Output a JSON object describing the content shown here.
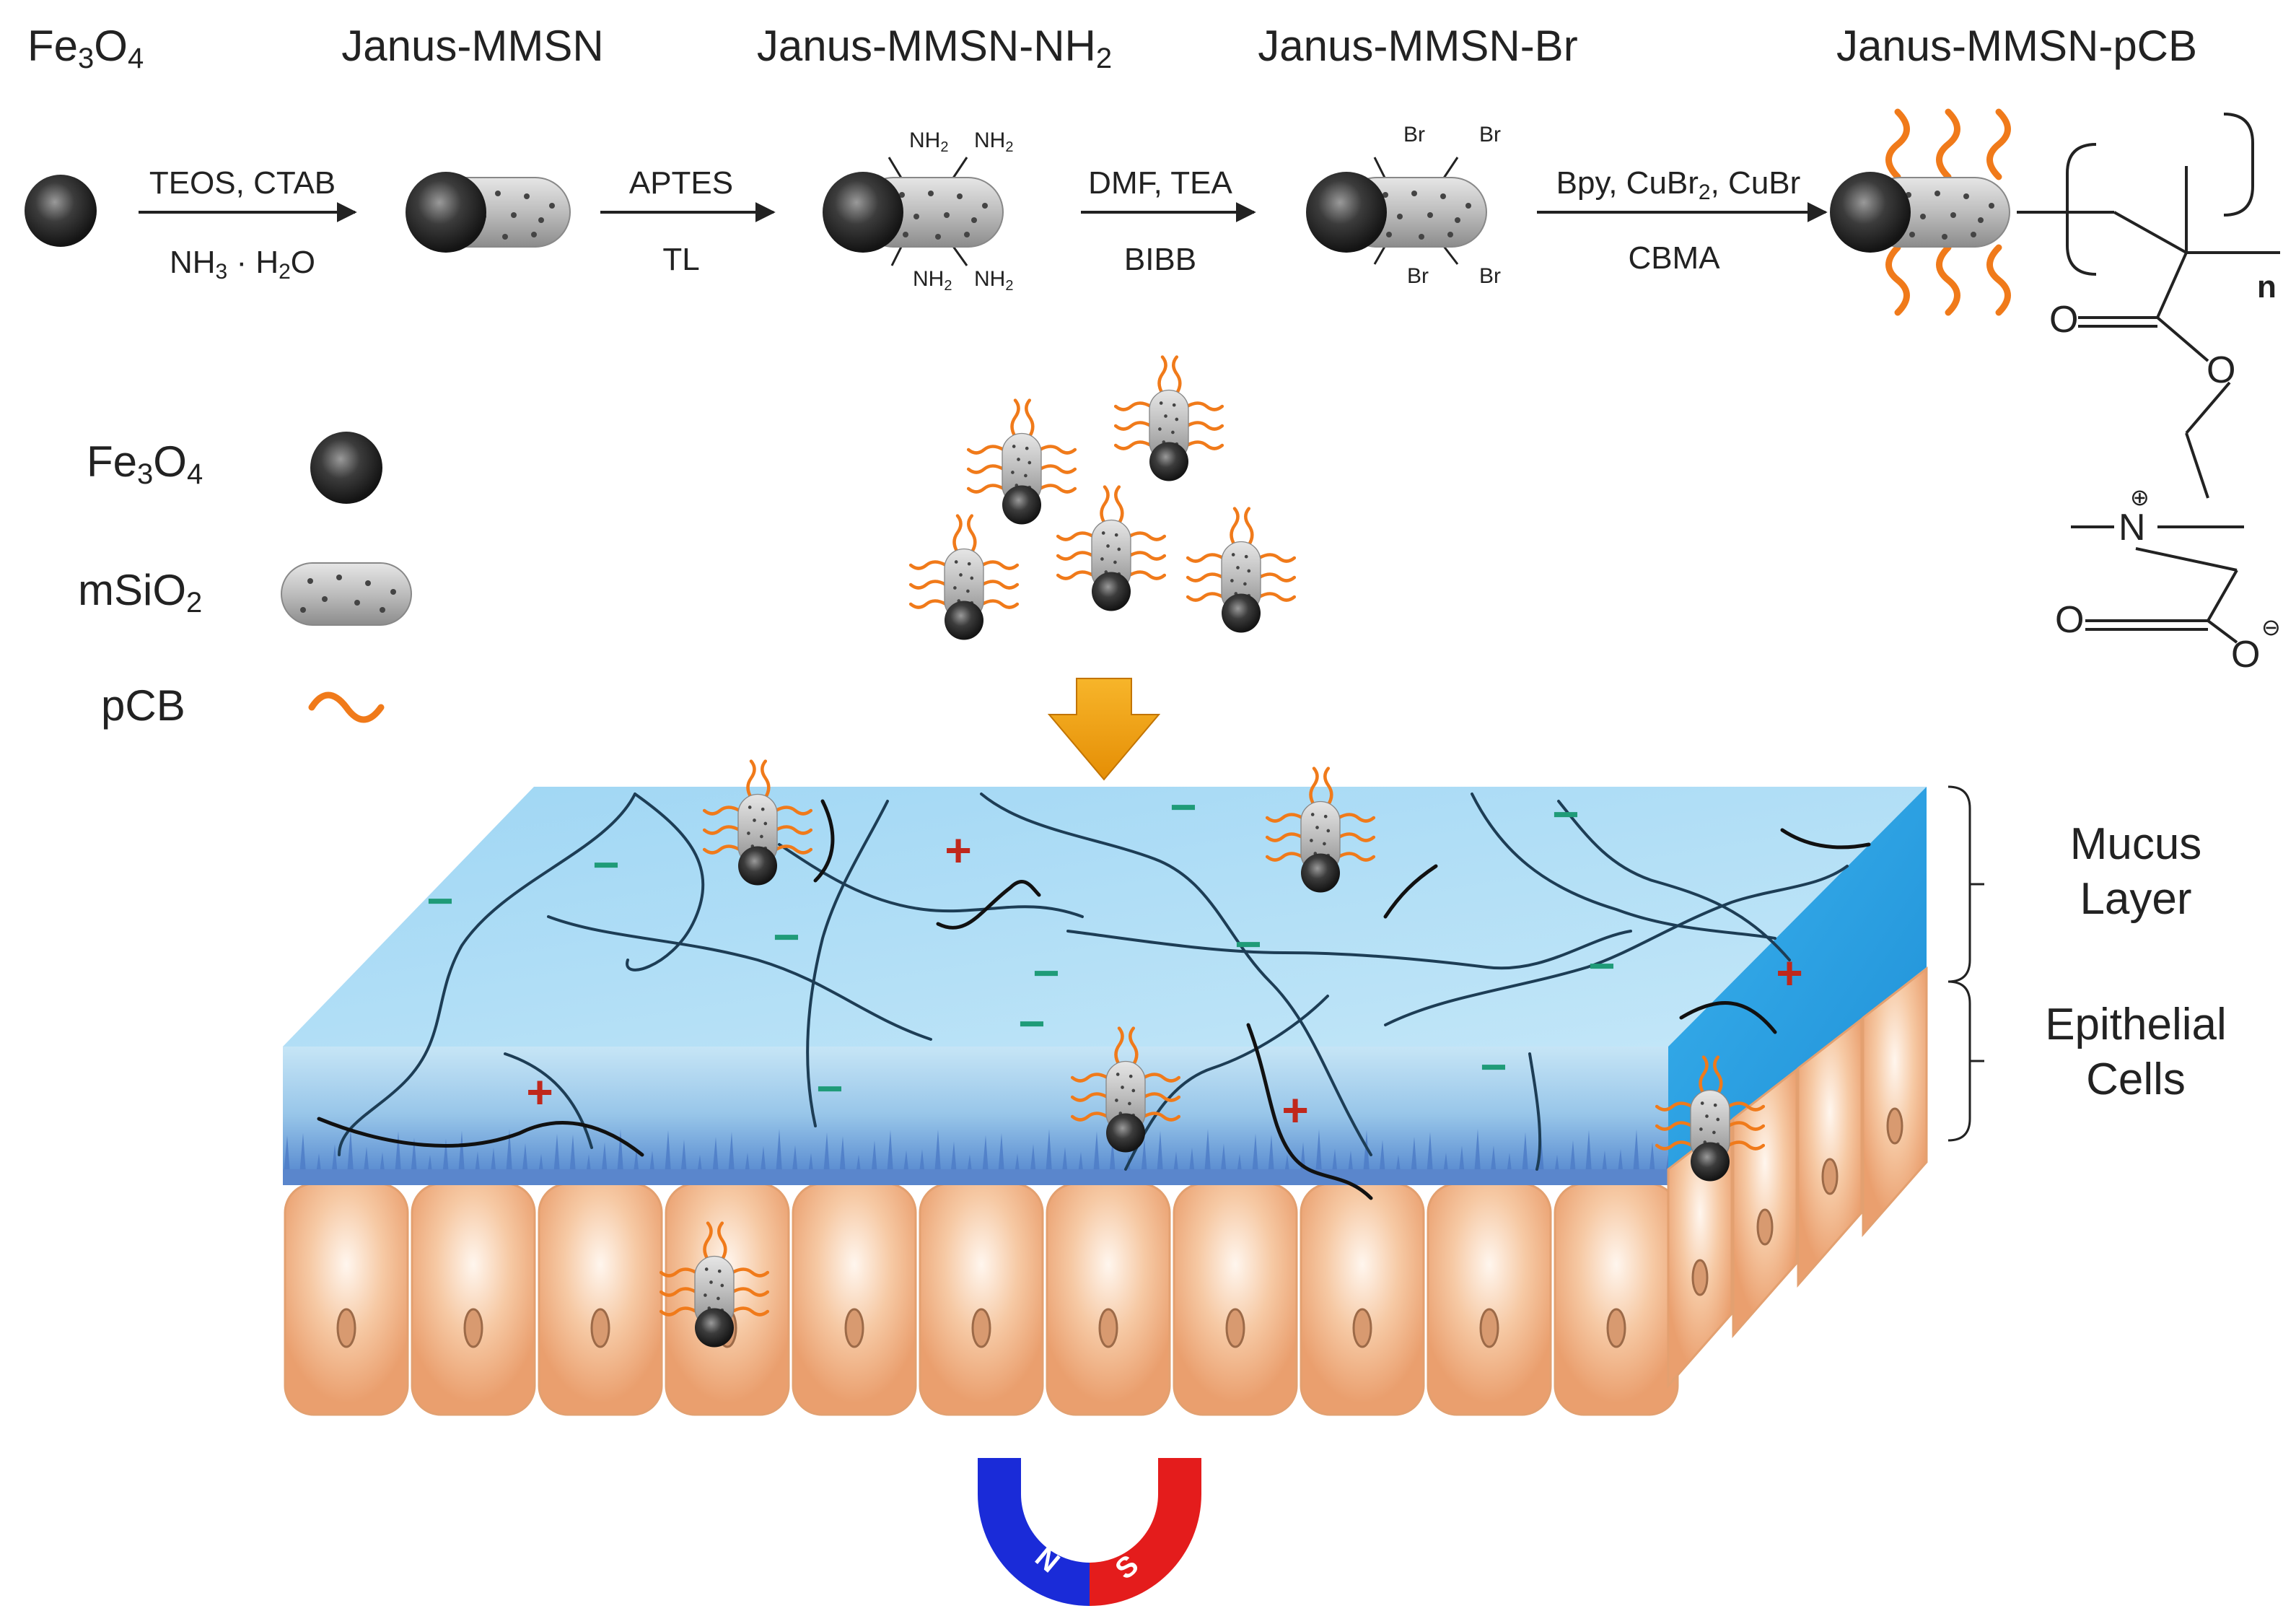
{
  "stages": [
    {
      "name": "Fe3O4",
      "main": "Fe",
      "sub": "3",
      "main2": "O",
      "sub2": "4"
    },
    {
      "name": "Janus-MMSN"
    },
    {
      "name": "Janus-MMSN-NH2",
      "main": "Janus-MMSN-NH",
      "sub": "2"
    },
    {
      "name": "Janus-MMSN-Br"
    },
    {
      "name": "Janus-MMSN-pCB"
    }
  ],
  "reactions": [
    {
      "top": "TEOS, CTAB",
      "bottom_main": "NH",
      "bottom_sub": "3",
      "bottom_rest": " · H",
      "bottom_sub2": "2",
      "bottom_end": "O"
    },
    {
      "top": "APTES",
      "bottom": "TL"
    },
    {
      "top": "DMF, TEA",
      "bottom": "BIBB"
    },
    {
      "top_main": "Bpy, CuBr",
      "top_sub": "2",
      "top_end": ", CuBr",
      "bottom": "CBMA"
    }
  ],
  "surface_groups": {
    "amine_main": "NH",
    "amine_sub": "2",
    "bromo": "Br"
  },
  "legend": [
    {
      "label": "Fe3O4",
      "main": "Fe",
      "sub": "3",
      "main2": "O",
      "sub2": "4",
      "icon": "magnetic-core-icon"
    },
    {
      "label": "mSiO2",
      "main": "mSiO",
      "sub": "2",
      "icon": "mesoporous-silica-icon"
    },
    {
      "label": "pCB",
      "icon": "polymer-chain-icon"
    }
  ],
  "polymer": {
    "repeat": "n",
    "O1": "O",
    "O2": "O",
    "N": "N",
    "O3": "O",
    "O4": "O",
    "plus": "⊕",
    "minus": "⊖"
  },
  "tissue": {
    "mucus_line1": "Mucus",
    "mucus_line2": "Layer",
    "epi_line1": "Epithelial",
    "epi_line2": "Cells",
    "neg_sign": "−",
    "pos_sign": "+"
  },
  "magnet": {
    "north": "N",
    "south": "S"
  },
  "colors": {
    "pcb_chain": "#f07a1a",
    "mucus": "#a9dcf5",
    "cells": "#f2b98f",
    "neg": "#1f9b78",
    "pos": "#c0281c",
    "magnet_n": "#1a2bd8",
    "magnet_s": "#e41c1c",
    "arrow": "#f2a10c"
  }
}
